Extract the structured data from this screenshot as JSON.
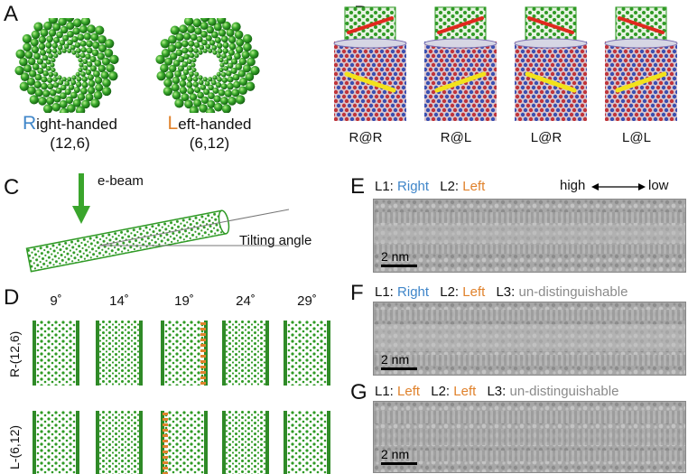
{
  "panels": {
    "A": {
      "label": "A",
      "right": {
        "initial": "R",
        "rest": "ight-handed",
        "index": "(12,6)"
      },
      "left": {
        "initial": "L",
        "rest": "eft-handed",
        "index": "(6,12)"
      }
    },
    "B": {
      "label": "B",
      "captions": [
        "R@R",
        "R@L",
        "L@R",
        "L@L"
      ]
    },
    "C": {
      "label": "C",
      "ebeam": "e-beam",
      "tilt": "Tilting angle"
    },
    "D": {
      "label": "D",
      "angles": [
        "9˚",
        "14˚",
        "19˚",
        "24˚",
        "29˚"
      ],
      "rows": [
        "R-(12,6)",
        "L-(6,12)"
      ]
    },
    "E": {
      "label": "E",
      "l1": "L1:",
      "l1v": "Right",
      "l2": "L2:",
      "l2v": "Left",
      "high": "high",
      "low": "low",
      "scale": "2 nm"
    },
    "F": {
      "label": "F",
      "l1": "L1:",
      "l1v": "Right",
      "l2": "L2:",
      "l2v": "Left",
      "l3": "L3:",
      "l3v": "un-distinguishable",
      "scale": "2 nm"
    },
    "G": {
      "label": "G",
      "l1": "L1:",
      "l1v": "Left",
      "l2": "L2:",
      "l2v": "Left",
      "l3": "L3:",
      "l3v": "un-distinguishable",
      "scale": "2 nm"
    }
  },
  "colors": {
    "nanotube_green": "#2f9a25",
    "right_blue": "#3f86c9",
    "left_orange": "#e0822c",
    "indistinct_gray": "#8a8a8a",
    "helix_red": "#e0281e",
    "helix_yellow": "#f2e21b",
    "outer_blue": "#3a4fb0",
    "outer_red": "#c0343a"
  }
}
